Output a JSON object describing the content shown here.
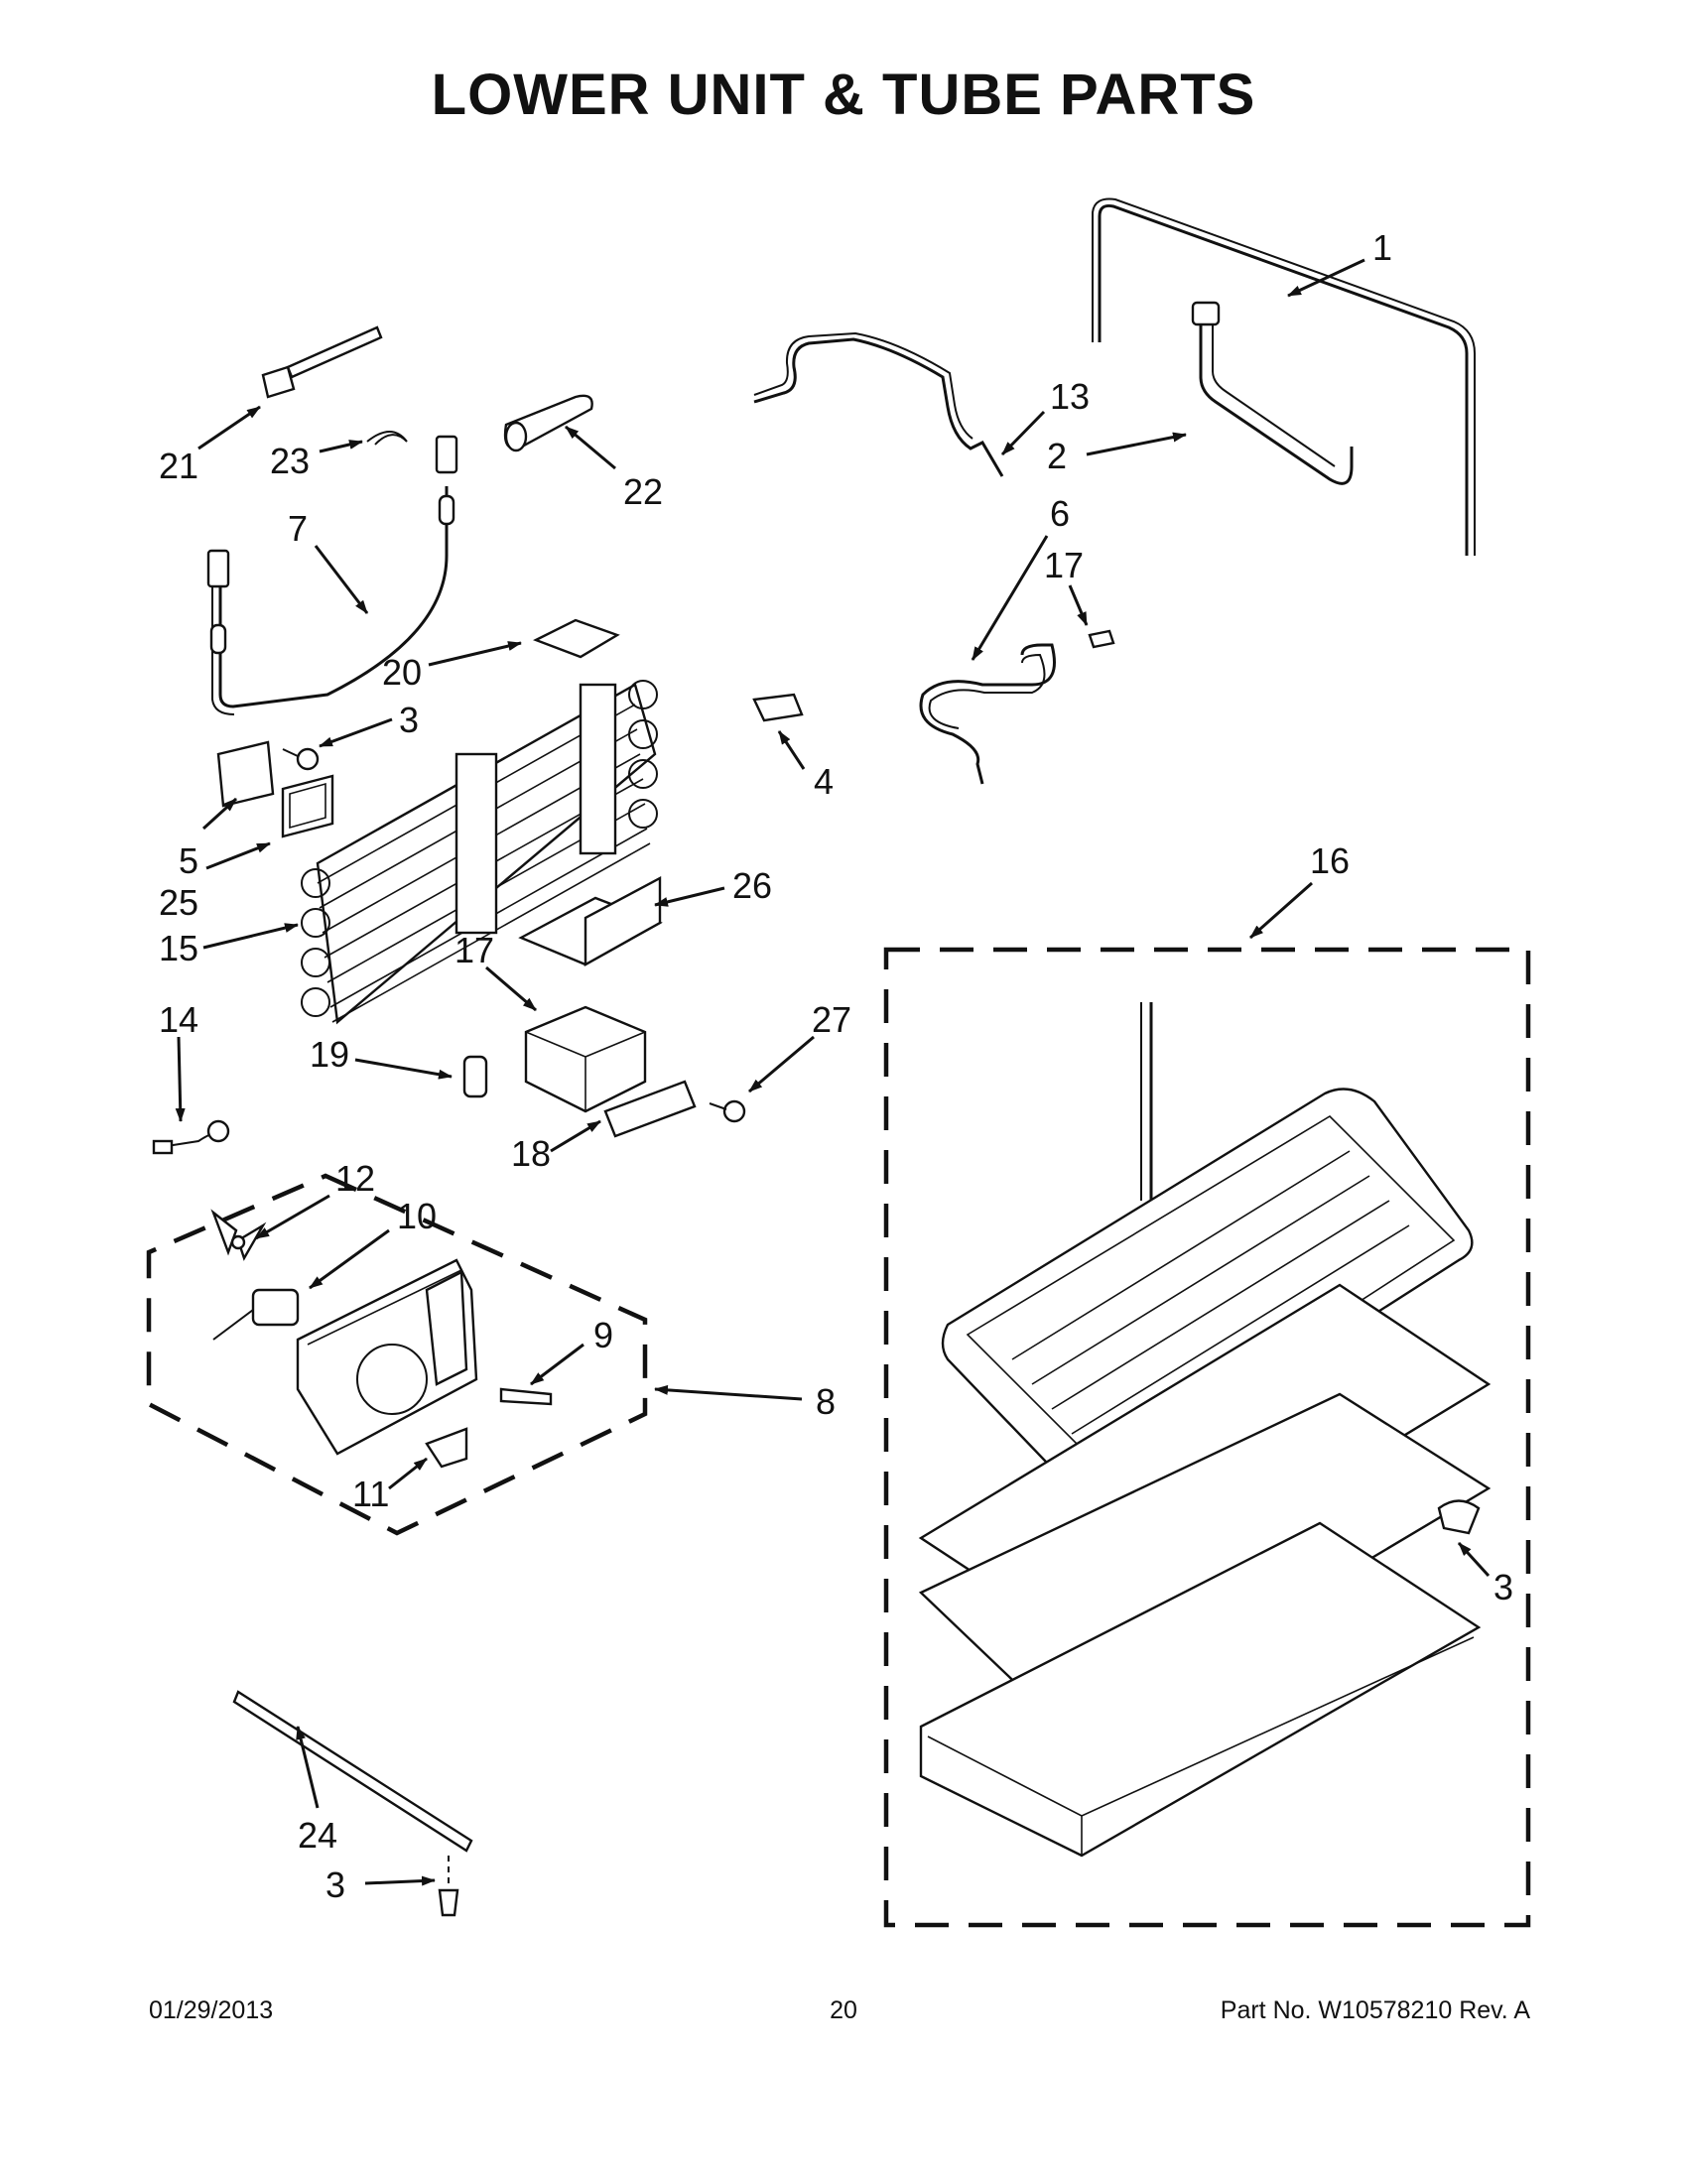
{
  "title": "LOWER UNIT & TUBE PARTS",
  "callouts": [
    "1",
    "13",
    "2",
    "6",
    "17",
    "21",
    "23",
    "22",
    "7",
    "20",
    "3",
    "4",
    "5",
    "25",
    "26",
    "15",
    "16",
    "17",
    "14",
    "27",
    "19",
    "18",
    "12",
    "10",
    "9",
    "8",
    "11",
    "3",
    "24",
    "3"
  ],
  "footer": {
    "date": "01/29/2013",
    "page": "20",
    "part": "Part No.  W10578210  Rev.  A"
  }
}
